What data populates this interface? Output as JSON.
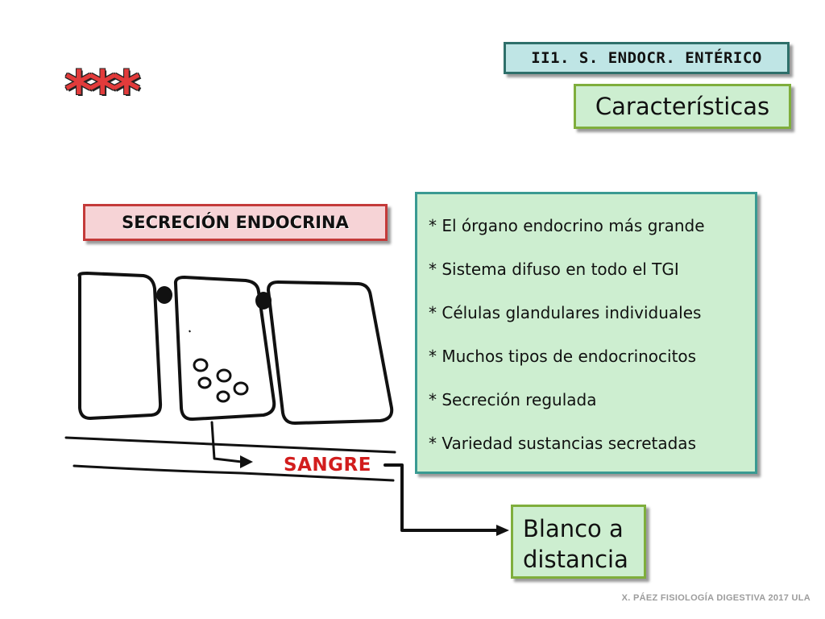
{
  "section_tag": "II1. S. ENDOCR. ENTÉRICO",
  "stars": "***",
  "title": "Características",
  "secretion_label": "SECRECIÓN ENDOCRINA",
  "features": [
    "* El órgano endocrino más grande",
    "* Sistema difuso en todo el TGI",
    "* Células glandulares individuales",
    "* Muchos tipos de endocrinocitos",
    "* Secreción regulada",
    "* Variedad sustancias secretadas"
  ],
  "blood_label": "SANGRE",
  "target": {
    "line1": "Blanco a",
    "line2": "distancia"
  },
  "footer": "X. PÁEZ   FISIOLOGÍA DIGESTIVA 2017   ULA",
  "colors": {
    "stars": "#e23b3b",
    "blood_label": "#d21d1d",
    "feature_box": "#cdeed0",
    "secretion_box": "#f6d3d6",
    "section_tag": "#bfe5e5"
  }
}
